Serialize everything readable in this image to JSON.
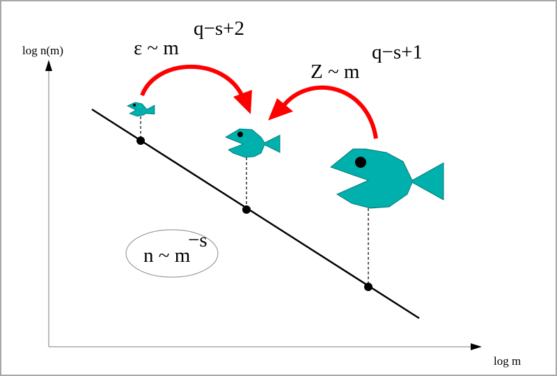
{
  "axes": {
    "y_label": "log n(m)",
    "x_label": "log m"
  },
  "equations": {
    "energy_base": "ε ~ m",
    "energy_exponent": "q−s+2",
    "z_base": "Z ~ m",
    "z_exponent": "q−s+1",
    "abundance_base": "n ~ m",
    "abundance_exponent": "−s"
  },
  "colors": {
    "fish": "#00b0ad",
    "arrow": "#ff0000",
    "line": "#000000",
    "axis": "#999999"
  },
  "icons": [
    "small-fish-icon",
    "medium-fish-icon",
    "large-fish-icon",
    "curved-arrow-icon"
  ]
}
